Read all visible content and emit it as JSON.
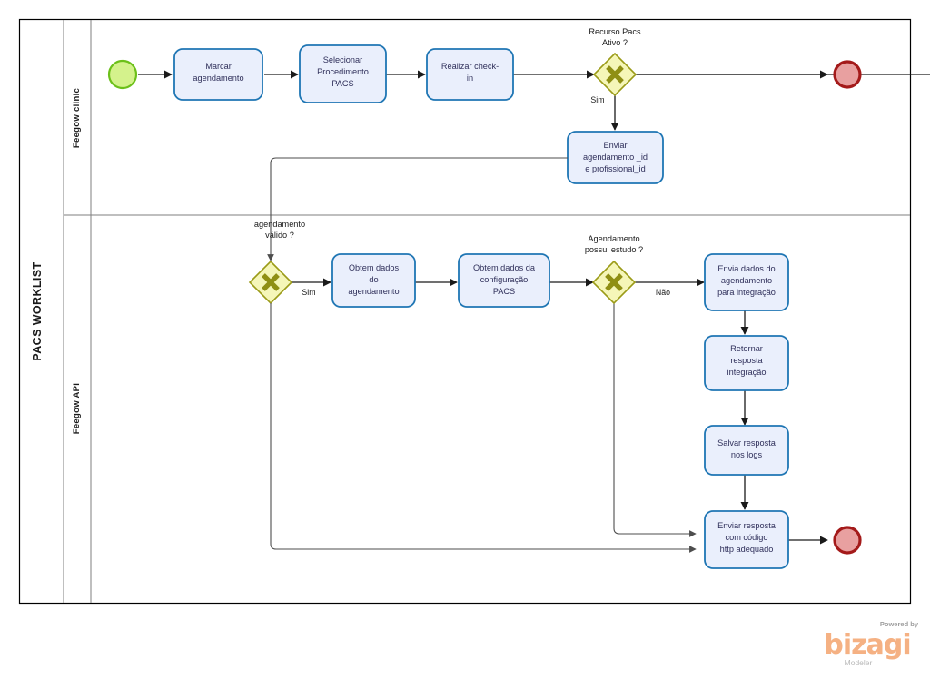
{
  "diagram": {
    "pool_name": "PACS WORKLIST",
    "lanes": [
      {
        "id": "lane-feegow-clinic",
        "name": "Feegow clinic"
      },
      {
        "id": "lane-feegow-api",
        "name": "Feegow API"
      }
    ],
    "events": [
      {
        "id": "start-event",
        "type": "start",
        "label": "",
        "fill": "#d4f28c",
        "stroke": "#6cc01a"
      },
      {
        "id": "end-event-clinic",
        "type": "end",
        "label": "",
        "fill": "#e8a0a0",
        "stroke": "#a41a1a"
      },
      {
        "id": "end-event-api",
        "type": "end",
        "label": "",
        "fill": "#e8a0a0",
        "stroke": "#a41a1a"
      }
    ],
    "tasks": [
      {
        "id": "task-marcar-agendamento",
        "lines": [
          "Marcar",
          "agendamento"
        ]
      },
      {
        "id": "task-selecionar-procedimento-pacs",
        "lines": [
          "Selecionar",
          "Procedimento",
          "PACS"
        ]
      },
      {
        "id": "task-realizar-check-in",
        "lines": [
          "Realizar check-",
          "in"
        ]
      },
      {
        "id": "task-enviar-agendamento-id",
        "lines": [
          "Enviar",
          "agendamento _id",
          "e profissional_id"
        ]
      },
      {
        "id": "task-obtem-dados-agendamento",
        "lines": [
          "Obtem dados",
          "do",
          "agendamento"
        ]
      },
      {
        "id": "task-obtem-dados-configuracao-pacs",
        "lines": [
          "Obtem dados da",
          "configuração",
          "PACS"
        ]
      },
      {
        "id": "task-envia-dados-integracao",
        "lines": [
          "Envia dados do",
          "agendamento",
          "para integração"
        ]
      },
      {
        "id": "task-retornar-resposta-integracao",
        "lines": [
          "Retornar",
          "resposta",
          "integração"
        ]
      },
      {
        "id": "task-salvar-resposta-logs",
        "lines": [
          "Salvar resposta",
          "nos logs"
        ]
      },
      {
        "id": "task-enviar-resposta-http",
        "lines": [
          "Enviar resposta",
          "com código",
          "http adequado"
        ]
      }
    ],
    "gateways": [
      {
        "id": "gateway-recurso-pacs-ativo",
        "type": "exclusive",
        "lines": [
          "Recurso Pacs",
          "Ativo ?"
        ]
      },
      {
        "id": "gateway-agendamento-valido",
        "type": "exclusive",
        "lines": [
          "agendamento",
          "válido ?"
        ]
      },
      {
        "id": "gateway-agendamento-possui-estudo",
        "type": "exclusive",
        "lines": [
          "Agendamento",
          "possui estudo ?"
        ]
      }
    ],
    "flow_labels": [
      {
        "id": "flow-label-sim-recurso",
        "text": "Sim"
      },
      {
        "id": "flow-label-sim-valido",
        "text": "Sim"
      },
      {
        "id": "flow-label-nao-estudo",
        "text": "Não"
      }
    ],
    "colors": {
      "task_fill": "#eaeffc",
      "task_stroke": "#1f76b4",
      "gateway_fill": "#f5f6b8",
      "gateway_stroke": "#9b9b18",
      "flow_stroke": "#1a1a1a"
    }
  },
  "branding": {
    "powered_by": "Powered by",
    "name": "bizagi",
    "product": "Modeler"
  }
}
